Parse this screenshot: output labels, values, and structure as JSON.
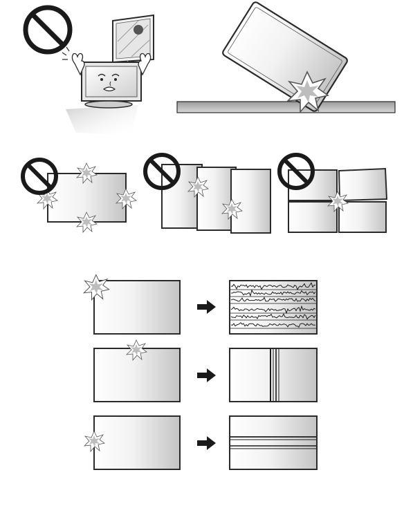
{
  "illustrations": {
    "row1": [
      {
        "id": "no-direct-sunlight",
        "prohibited": true,
        "icon": "prohibition-icon"
      },
      {
        "id": "no-dropping-on-corner",
        "prohibited": false
      }
    ],
    "row2": [
      {
        "id": "no-edge-impact",
        "prohibited": true,
        "icon": "prohibition-icon"
      },
      {
        "id": "no-overlapping-panels",
        "prohibited": true,
        "icon": "prohibition-icon"
      },
      {
        "id": "no-panel-collision",
        "prohibited": true,
        "icon": "prohibition-icon"
      }
    ],
    "damage_results": [
      {
        "impact": "top-left-corner",
        "result": "noise-lines"
      },
      {
        "impact": "top-edge",
        "result": "vertical-lines"
      },
      {
        "impact": "left-edge",
        "result": "horizontal-lines"
      }
    ]
  },
  "colors": {
    "stroke": "#2a2a2a",
    "prohibition": "#1a1a1a",
    "panel_light": "#ffffff",
    "panel_dark": "#c4c4c4",
    "floor": "#bfbfbf",
    "arrow": "#1a1a1a"
  }
}
